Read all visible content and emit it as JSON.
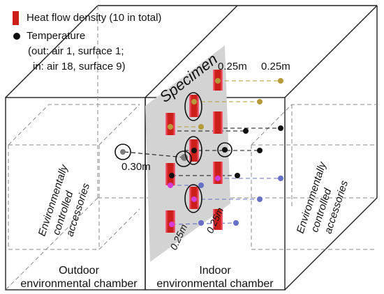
{
  "legend": {
    "heat_flow": "Heat flow density (10 in total)",
    "temperature": "Temperature",
    "temp_detail_1": "(out: air 1, surface 1;",
    "temp_detail_2": "in: air 18, surface 9)"
  },
  "specimen_label": "Specimen",
  "dimensions": {
    "top_left": "0.25m",
    "top_right": "0.25m",
    "left": "0.30m",
    "bottom_left": "0.25m",
    "bottom_right": "0.25m"
  },
  "accessories_left": [
    "Environmentally",
    "controlled",
    "accessories"
  ],
  "accessories_right": [
    "Environmentally",
    "controlled",
    "accessories"
  ],
  "outdoor_label": [
    "Outdoor",
    "environmental chamber"
  ],
  "indoor_label": [
    "Indoor",
    "environmental chamber"
  ],
  "colors": {
    "frame": "#222222",
    "specimen": "#d3d3d3",
    "heat_sensor": "#cc1f1a",
    "heat_glow": "#ff88aa",
    "sensor_gold": "#b89a3a",
    "sensor_black": "#111111",
    "sensor_blue": "#6670c6",
    "sensor_gray": "#7a7a7a",
    "dashed": "#888888"
  }
}
